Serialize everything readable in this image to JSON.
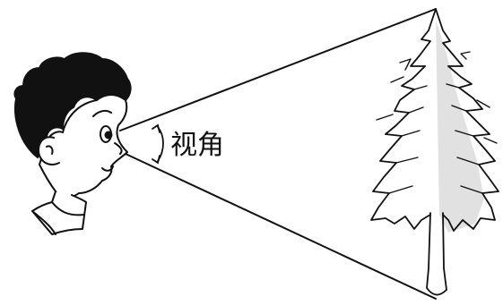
{
  "figure": {
    "angle_label": "视角",
    "line_color": "#111111",
    "background": "#ffffff",
    "illustration": {
      "observer": "boy-head-profile",
      "object": "pine-tree",
      "indicator": "double-headed-arc-arrow"
    }
  }
}
